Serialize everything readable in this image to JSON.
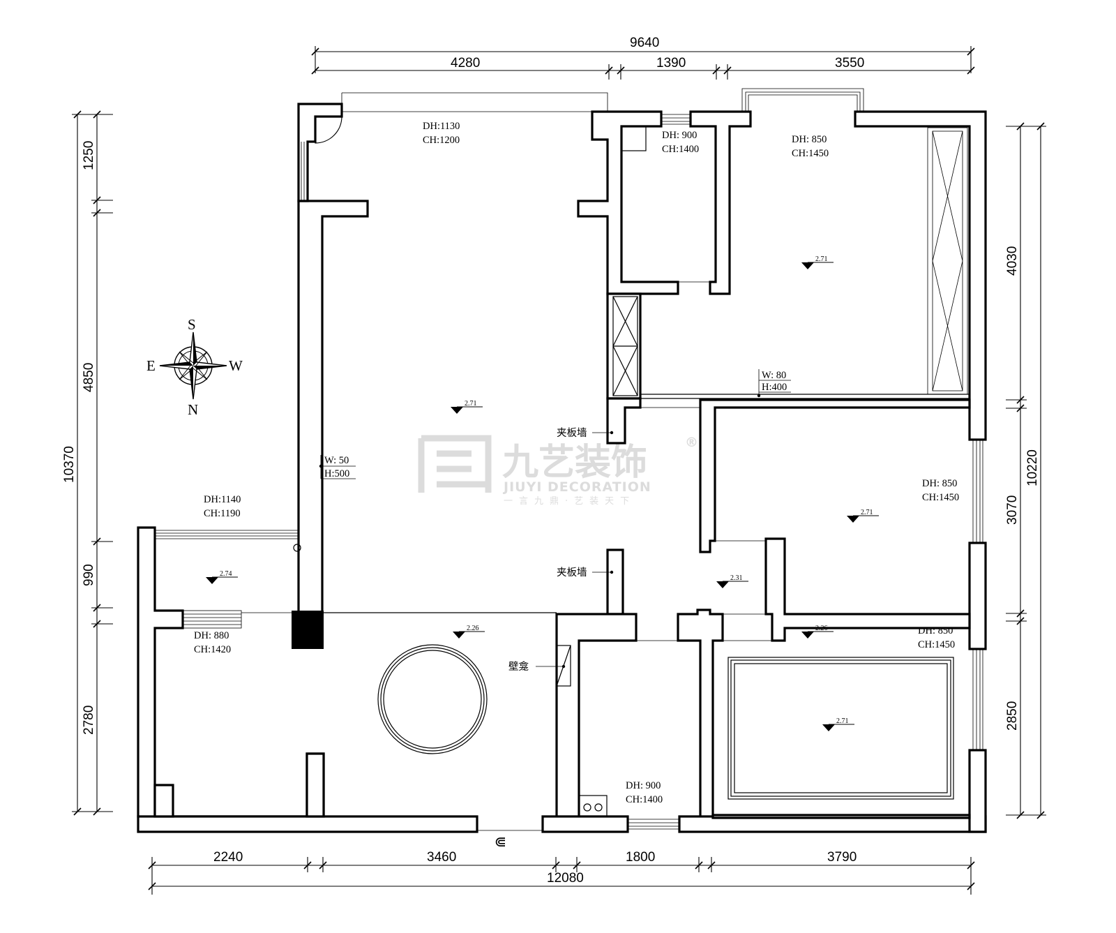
{
  "dimensions": {
    "top_total": "9640",
    "top_segments": [
      "4280",
      "1390",
      "3550"
    ],
    "bottom_total": "12080",
    "bottom_segments": [
      "2240",
      "3460",
      "1800",
      "3790"
    ],
    "left_total": "10370",
    "left_segments": [
      "1250",
      "4850",
      "990",
      "2780"
    ],
    "right_total": "10220",
    "right_segments": [
      "4030",
      "3070",
      "2850"
    ]
  },
  "openings": [
    {
      "dh": "DH:1130",
      "ch": "CH:1200"
    },
    {
      "dh": "DH: 900",
      "ch": "CH:1400"
    },
    {
      "dh": "DH: 850",
      "ch": "CH:1450"
    },
    {
      "dh": "DH: 850",
      "ch": "CH:1450"
    },
    {
      "dh": "DH:1140",
      "ch": "CH:1190"
    },
    {
      "dh": "DH: 880",
      "ch": "CH:1420"
    },
    {
      "dh": "DH: 850",
      "ch": "CH:1450"
    },
    {
      "dh": "DH: 900",
      "ch": "CH:1400"
    }
  ],
  "beams": [
    {
      "w": "W: 80",
      "h": "H:400"
    },
    {
      "w": "W: 50",
      "h": "H:500"
    }
  ],
  "levels": [
    "2.71",
    "2.71",
    "2.71",
    "2.74",
    "2.31",
    "2.26",
    "2.26",
    "2.71"
  ],
  "annotations": {
    "partition_wall_1": "夹板墙",
    "partition_wall_2": "夹板墙",
    "niche": "壁龛"
  },
  "entrance_symbol": "⋒",
  "compass": {
    "top": "S",
    "left": "E",
    "right": "W",
    "bottom": "N"
  },
  "watermark": {
    "name_cn": "九艺装饰",
    "name_en": "JIUYI DECORATION",
    "tagline": "一言九鼎·艺装天下",
    "registered": "®"
  }
}
